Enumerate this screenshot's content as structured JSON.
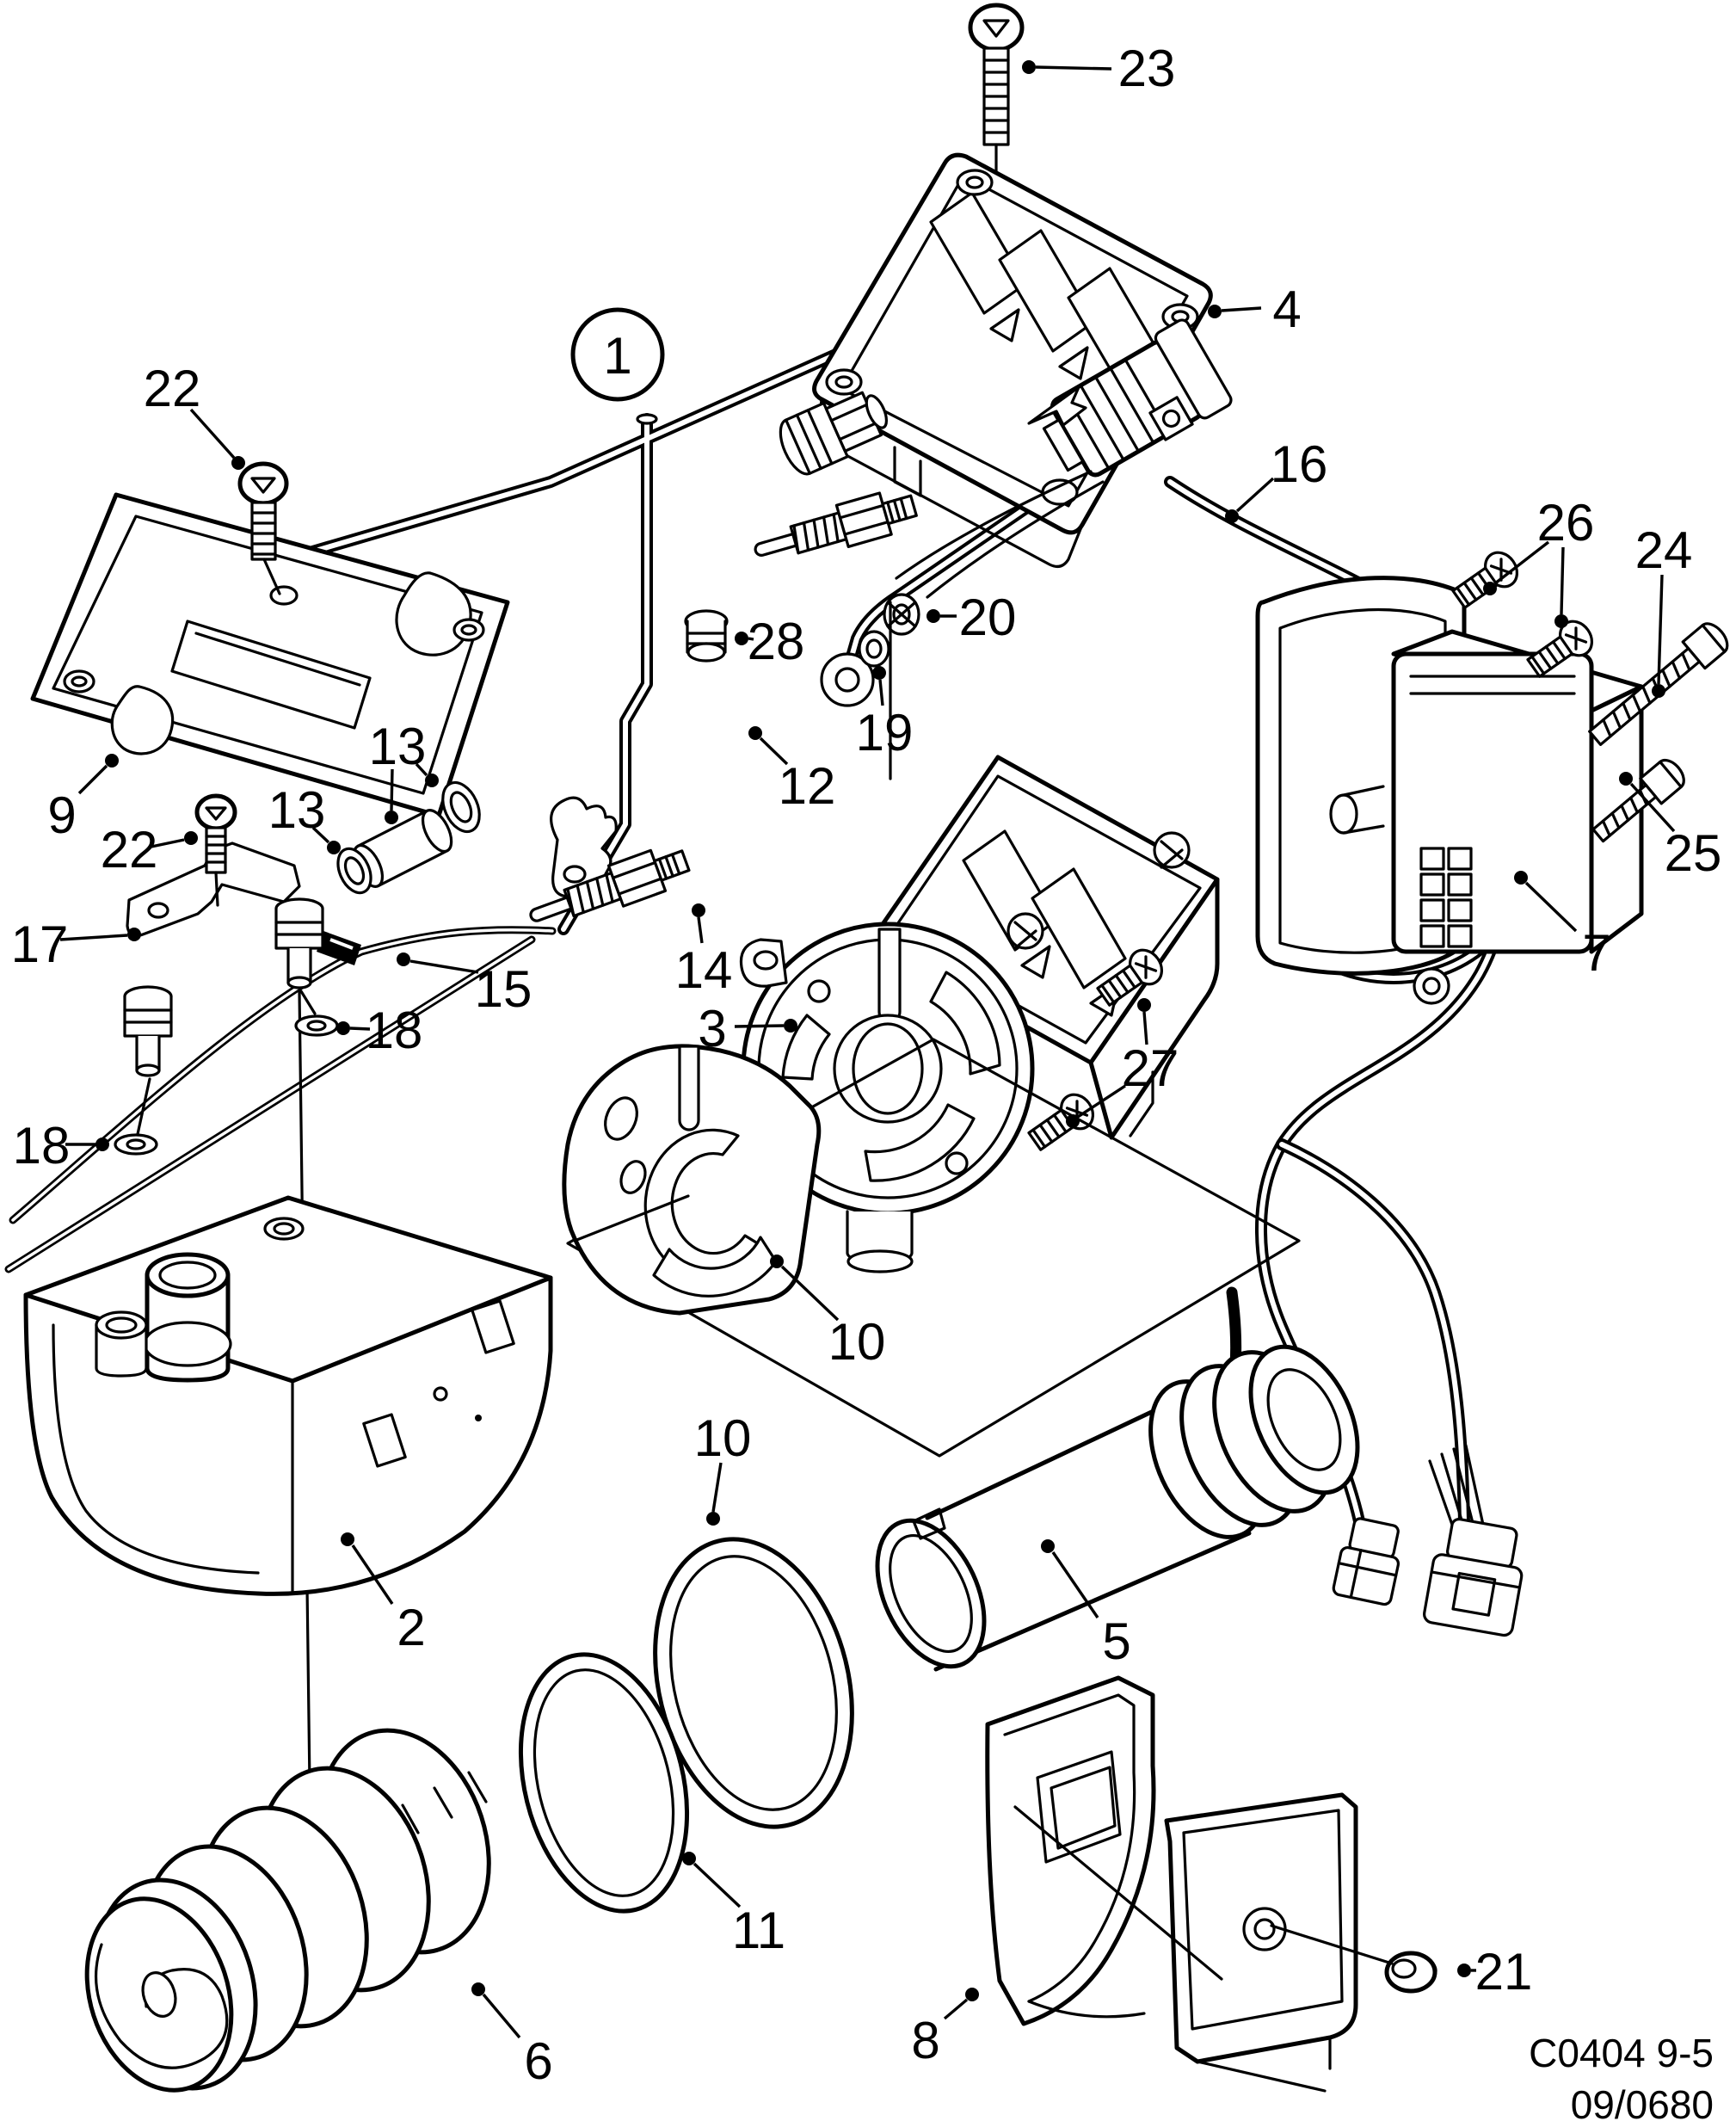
{
  "diagram": {
    "kind": "exploded-parts-diagram",
    "line_color": "#000000",
    "background_color": "#ffffff"
  },
  "callouts": {
    "c1": "1",
    "c2": "2",
    "c3": "3",
    "c4": "4",
    "c5": "5",
    "c6": "6",
    "c7": "7",
    "c8": "8",
    "c9": "9",
    "c10a": "10",
    "c10b": "10",
    "c11": "11",
    "c12": "12",
    "c13a": "13",
    "c13b": "13",
    "c14": "14",
    "c15": "15",
    "c16": "16",
    "c17": "17",
    "c18a": "18",
    "c18b": "18",
    "c19": "19",
    "c20": "20",
    "c21": "21",
    "c22a": "22",
    "c22b": "22",
    "c23": "23",
    "c24": "24",
    "c25": "25",
    "c26": "26",
    "c27": "27",
    "c28": "28"
  },
  "footer": {
    "drawing_code": "C0404 9-5",
    "revision": "09/0680"
  }
}
